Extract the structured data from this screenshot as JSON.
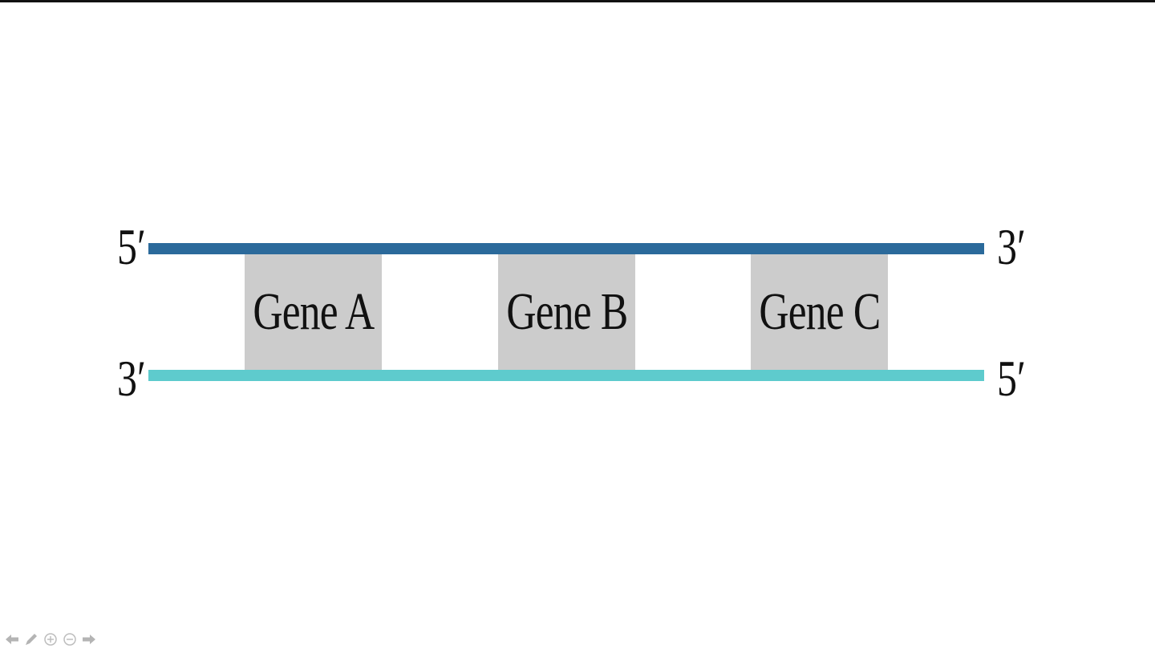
{
  "diagram": {
    "colors": {
      "top_strand": "#2b6a9b",
      "bottom_strand": "#5ecbcd",
      "gene_box": "#cccccc",
      "text": "#111111"
    },
    "top_strand": {
      "left_label": "5′",
      "right_label": "3′"
    },
    "bottom_strand": {
      "left_label": "3′",
      "right_label": "5′"
    },
    "genes": [
      {
        "label": "Gene A"
      },
      {
        "label": "Gene B"
      },
      {
        "label": "Gene C"
      }
    ]
  },
  "controls": {
    "icons": [
      "back-arrow-icon",
      "pen-icon",
      "zoom-in-icon",
      "zoom-out-icon",
      "forward-arrow-icon"
    ]
  }
}
